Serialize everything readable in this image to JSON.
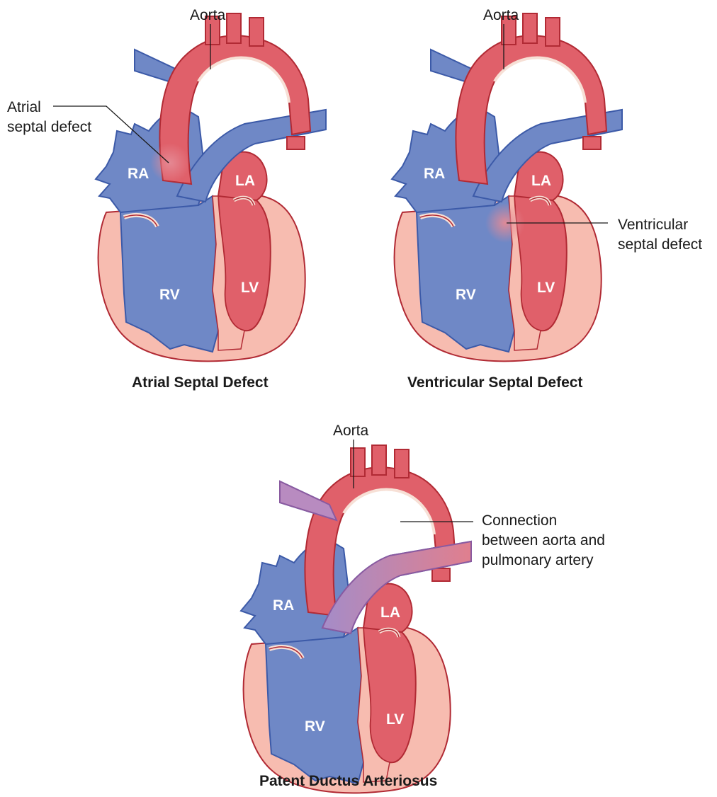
{
  "panels": [
    {
      "id": "asd",
      "aorta_label": "Aorta",
      "chambers": {
        "ra": "RA",
        "la": "LA",
        "rv": "RV",
        "lv": "LV"
      },
      "callout": [
        "Atrial",
        "septal defect"
      ],
      "caption": "Atrial Septal Defect"
    },
    {
      "id": "vsd",
      "aorta_label": "Aorta",
      "chambers": {
        "ra": "RA",
        "la": "LA",
        "rv": "RV",
        "lv": "LV"
      },
      "callout": [
        "Ventricular",
        "septal defect"
      ],
      "caption": "Ventricular Septal Defect"
    },
    {
      "id": "pda",
      "aorta_label": "Aorta",
      "chambers": {
        "ra": "RA",
        "la": "LA",
        "rv": "RV",
        "lv": "LV"
      },
      "callout": [
        "Connection",
        "between aorta and",
        "pulmonary artery"
      ],
      "caption": "Patent Ductus Arteriosus"
    }
  ],
  "colors": {
    "oxygen_poor_blue": "#6f88c6",
    "vessel_outline_blue": "#3c5aa8",
    "oxygen_rich_red": "#e0606a",
    "muscle_pink": "#f7bcb0",
    "outline_red": "#b12a34",
    "defect_glow": "#d9707e",
    "ductus_purple": "#b88bc0"
  }
}
